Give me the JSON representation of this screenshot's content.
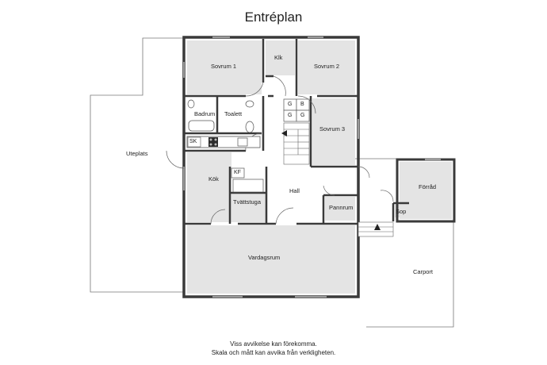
{
  "title": "Entréplan",
  "rooms": {
    "sovrum1": "Sovrum 1",
    "klk": "Klk",
    "sovrum2": "Sovrum 2",
    "badrum": "Badrum",
    "toalett": "Toalett",
    "sovrum3": "Sovrum 3",
    "uteplats": "Uteplats",
    "kok": "Kök",
    "tvattstuga": "Tvättstuga",
    "hall": "Hall",
    "pannrum": "Pannrum",
    "forrad": "Förråd",
    "sop": "Sop",
    "vardagsrum": "Vardagsrum",
    "carport": "Carport"
  },
  "fixtures": {
    "sk": "SK",
    "kf": "KF",
    "g1": "G",
    "b1": "B",
    "g2": "G",
    "g3": "G"
  },
  "disclaimer": {
    "line1": "Viss avvikelse kan förekomma.",
    "line2": "Skala och mått kan avvika från verkligheten."
  },
  "colors": {
    "room_fill": "#e4e4e4",
    "wall": "#3a3a3a",
    "outline": "#555555"
  }
}
